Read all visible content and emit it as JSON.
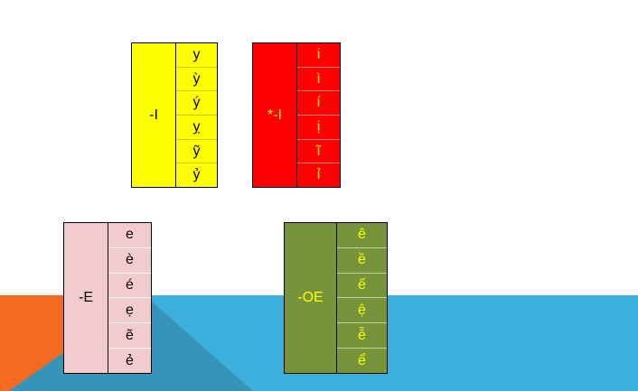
{
  "colors": {
    "orange": "#f26b21",
    "blue": "#3cb0dc",
    "dark_blue": "#3594b7",
    "yellow": "#ffff00",
    "red": "#ff0000",
    "pink": "#f2cccc",
    "olive": "#77933c"
  },
  "groups": [
    {
      "key": "-I",
      "values": [
        "y",
        "ỳ",
        "ý",
        "ỵ",
        "ỹ",
        "ỷ"
      ]
    },
    {
      "key": "*-I",
      "values": [
        "i",
        "ì",
        "í",
        "ị",
        "ĩ",
        "ỉ"
      ]
    },
    {
      "key": "-E",
      "values": [
        "e",
        "è",
        "é",
        "ẹ",
        "ẽ",
        "ẻ"
      ]
    },
    {
      "key": "-OE",
      "values": [
        "ê",
        "ề",
        "ế",
        "ệ",
        "ễ",
        "ể"
      ]
    }
  ]
}
